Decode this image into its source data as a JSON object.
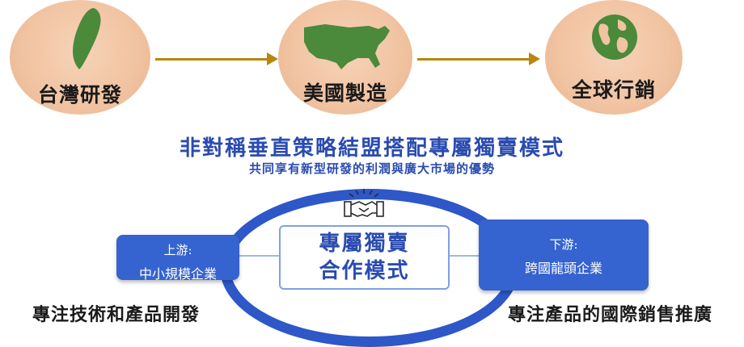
{
  "flow": {
    "steps": [
      {
        "label": "台灣研發",
        "icon": "taiwan-map-icon"
      },
      {
        "label": "美國製造",
        "icon": "usa-map-icon"
      },
      {
        "label": "全球行銷",
        "icon": "globe-icon"
      }
    ]
  },
  "headline": "非對稱垂直策略結盟搭配專屬獨賣模式",
  "subline": "共同享有新型研發的利潤與廣大市場的優勢",
  "model": {
    "center_line1": "專屬獨賣",
    "center_line2": "合作模式",
    "icon": "handshake-icon",
    "upstream": {
      "title": "上游:",
      "name": "中小規模企業",
      "focus": "專注技術和產品開發"
    },
    "downstream": {
      "title": "下游:",
      "name": "跨國龍頭企業",
      "focus": "專注產品的國際銷售推廣"
    }
  },
  "colors": {
    "circle_fill": "#f1c3a1",
    "arrow": "#b8860b",
    "map_green": "#4a8a3a",
    "accent_blue": "#2e57c8",
    "text_blue": "#2a4bb0"
  }
}
